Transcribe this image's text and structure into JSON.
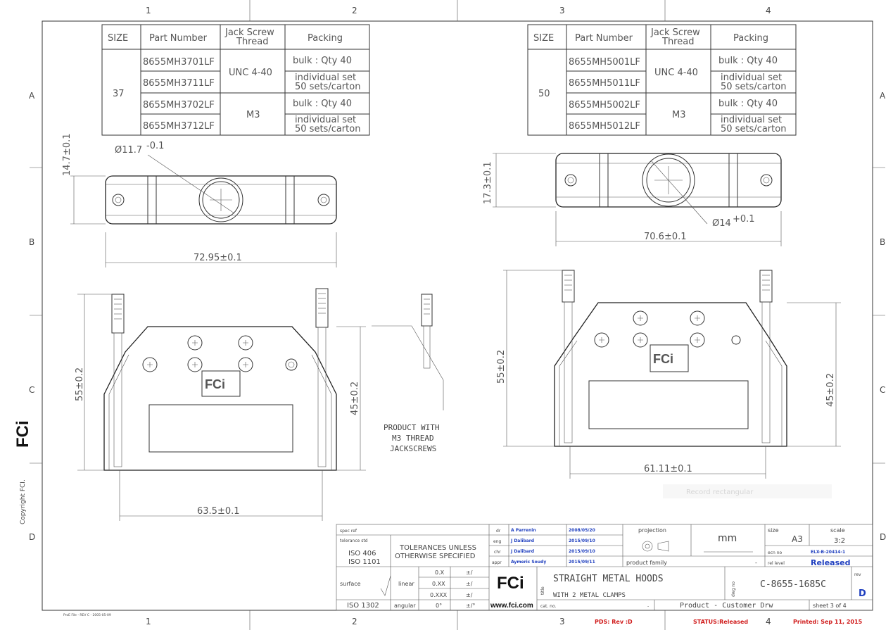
{
  "frame": {
    "columns": [
      "1",
      "2",
      "3",
      "4"
    ],
    "rows": [
      "A",
      "B",
      "C",
      "D"
    ]
  },
  "left_table": {
    "headers": [
      "SIZE",
      "Part Number",
      "Jack Screw Thread",
      "Packing"
    ],
    "size": "37",
    "part_numbers": [
      "8655MH3701LF",
      "8655MH3711LF",
      "8655MH3702LF",
      "8655MH3712LF"
    ],
    "threads": [
      "UNC 4-40",
      "M3"
    ],
    "packing": [
      [
        "bulk : Qty 40"
      ],
      [
        "individual set",
        "50 sets/carton"
      ],
      [
        "bulk : Qty 40"
      ],
      [
        "individual set",
        "50 sets/carton"
      ]
    ]
  },
  "right_table": {
    "headers": [
      "SIZE",
      "Part Number",
      "Jack Screw Thread",
      "Packing"
    ],
    "size": "50",
    "part_numbers": [
      "8655MH5001LF",
      "8655MH5011LF",
      "8655MH5002LF",
      "8655MH5012LF"
    ],
    "threads": [
      "UNC 4-40",
      "M3"
    ],
    "packing": [
      [
        "bulk : Qty 40"
      ],
      [
        "individual set",
        "50 sets/carton"
      ],
      [
        "bulk : Qty 40"
      ],
      [
        "individual set",
        "50 sets/carton"
      ]
    ]
  },
  "dimensions": {
    "left_height_top": "14.7±0.1",
    "left_hole_dia": "Ø11.7",
    "left_hole_tol": "-0.1",
    "left_width_top": "72.95±0.1",
    "left_height": "55±0.2",
    "left_inner_height": "45±0.2",
    "left_bottom_width": "63.5±0.1",
    "right_height_top": "17.3±0.1",
    "right_hole_dia": "Ø14",
    "right_hole_tol": "+0.1",
    "right_width_top": "70.6±0.1",
    "right_height": "55±0.2",
    "right_inner_height": "45±0.2",
    "right_bottom_width": "61.11±0.1"
  },
  "note": [
    "PRODUCT WITH",
    "M3 THREAD",
    "JACKSCREWS"
  ],
  "logo_text": "FCi",
  "sidebar": {
    "copyright": "Copyright FCI."
  },
  "ghost_tooltip": "Record rectangular",
  "title_block": {
    "spec_ref": "spec ref",
    "tolerance_std": "tolerance std",
    "iso_406": "ISO 406",
    "iso_1101": "ISO 1101",
    "iso_1302": "ISO 1302",
    "tolerances": [
      "TOLERANCES UNLESS",
      "OTHERWISE SPECIFIED"
    ],
    "surface": "surface",
    "linear": "linear",
    "angular": "angular",
    "precisions": [
      "0.X",
      "0.XX",
      "0.XXX",
      "0°"
    ],
    "tols": [
      "±/",
      "±/",
      "±/",
      "±/°"
    ],
    "roles": [
      "dr",
      "eng",
      "chr",
      "appr"
    ],
    "names": [
      "A Parrenin",
      "J Dalibard",
      "J Dalibard",
      "Aymeric Soudy"
    ],
    "dates": [
      "2008/05/20",
      "2015/09/10",
      "2015/09/10",
      "2015/09/11"
    ],
    "projection": "projection",
    "units": "mm",
    "size_label": "size",
    "size_value": "A3",
    "scale_label": "scale",
    "scale_value": "3:2",
    "ecn_label": "ecn no",
    "ecn_value": "ELX-B-20414-1",
    "rel_label": "rel level",
    "rel_value": "Released",
    "product_family": "product family",
    "dash": "-",
    "title_label": "title",
    "title_main": "STRAIGHT METAL HOODS",
    "title_sub": "WITH 2 METAL CLAMPS",
    "dwg_label": "dwg no",
    "dwg_no": "C-8655-1685C",
    "rev_label": "rev",
    "rev_value": "D",
    "web": "www.fci.com",
    "cat_no": "cat. no.",
    "product_customer": "Product - Customer Drw",
    "sheet": "sheet 3 of 4"
  },
  "footer": {
    "file": "ProE File - REV C - 2005-05-09",
    "pds": "PDS: Rev :D",
    "status": "STATUS:Released",
    "printed": "Printed:  Sep 11, 2015"
  }
}
